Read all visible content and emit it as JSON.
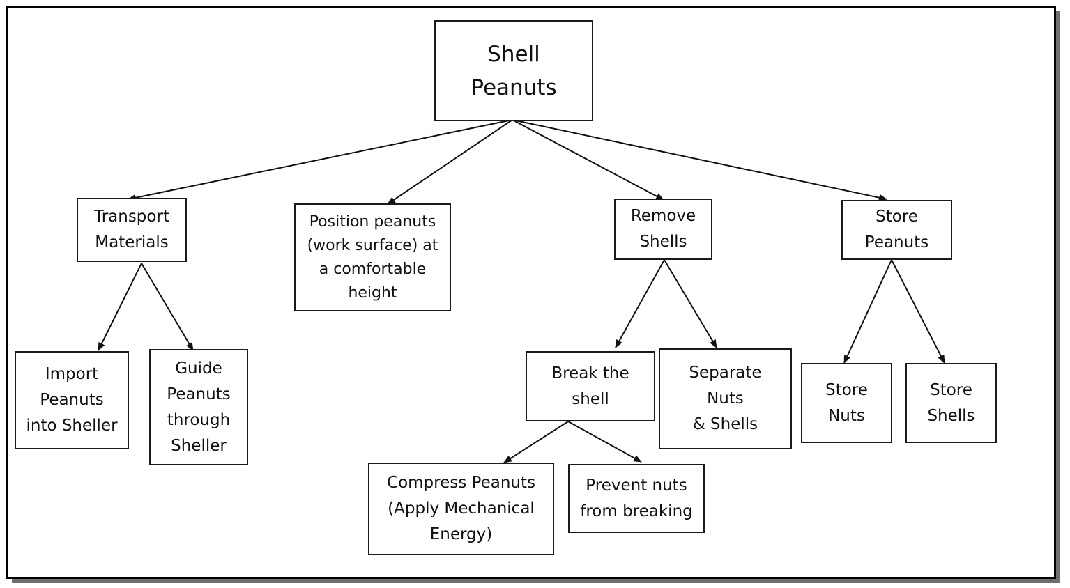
{
  "diagram": {
    "root": {
      "label": "Shell\nPeanuts"
    },
    "transport": {
      "label": "Transport\nMaterials"
    },
    "import": {
      "label": "Import\nPeanuts\ninto Sheller"
    },
    "guide": {
      "label": "Guide\nPeanuts\nthrough\nSheller"
    },
    "position": {
      "label": "Position peanuts\n(work surface) at\na comfortable\nheight"
    },
    "remove": {
      "label": "Remove\nShells"
    },
    "break": {
      "label": "Break the\nshell"
    },
    "compress": {
      "label": "Compress Peanuts\n(Apply Mechanical\nEnergy)"
    },
    "prevent": {
      "label": "Prevent nuts\nfrom breaking"
    },
    "separate": {
      "label": "Separate\nNuts\n& Shells"
    },
    "store": {
      "label": "Store\nPeanuts"
    },
    "store_nuts": {
      "label": "Store\nNuts"
    },
    "store_shells": {
      "label": "Store\nShells"
    }
  }
}
